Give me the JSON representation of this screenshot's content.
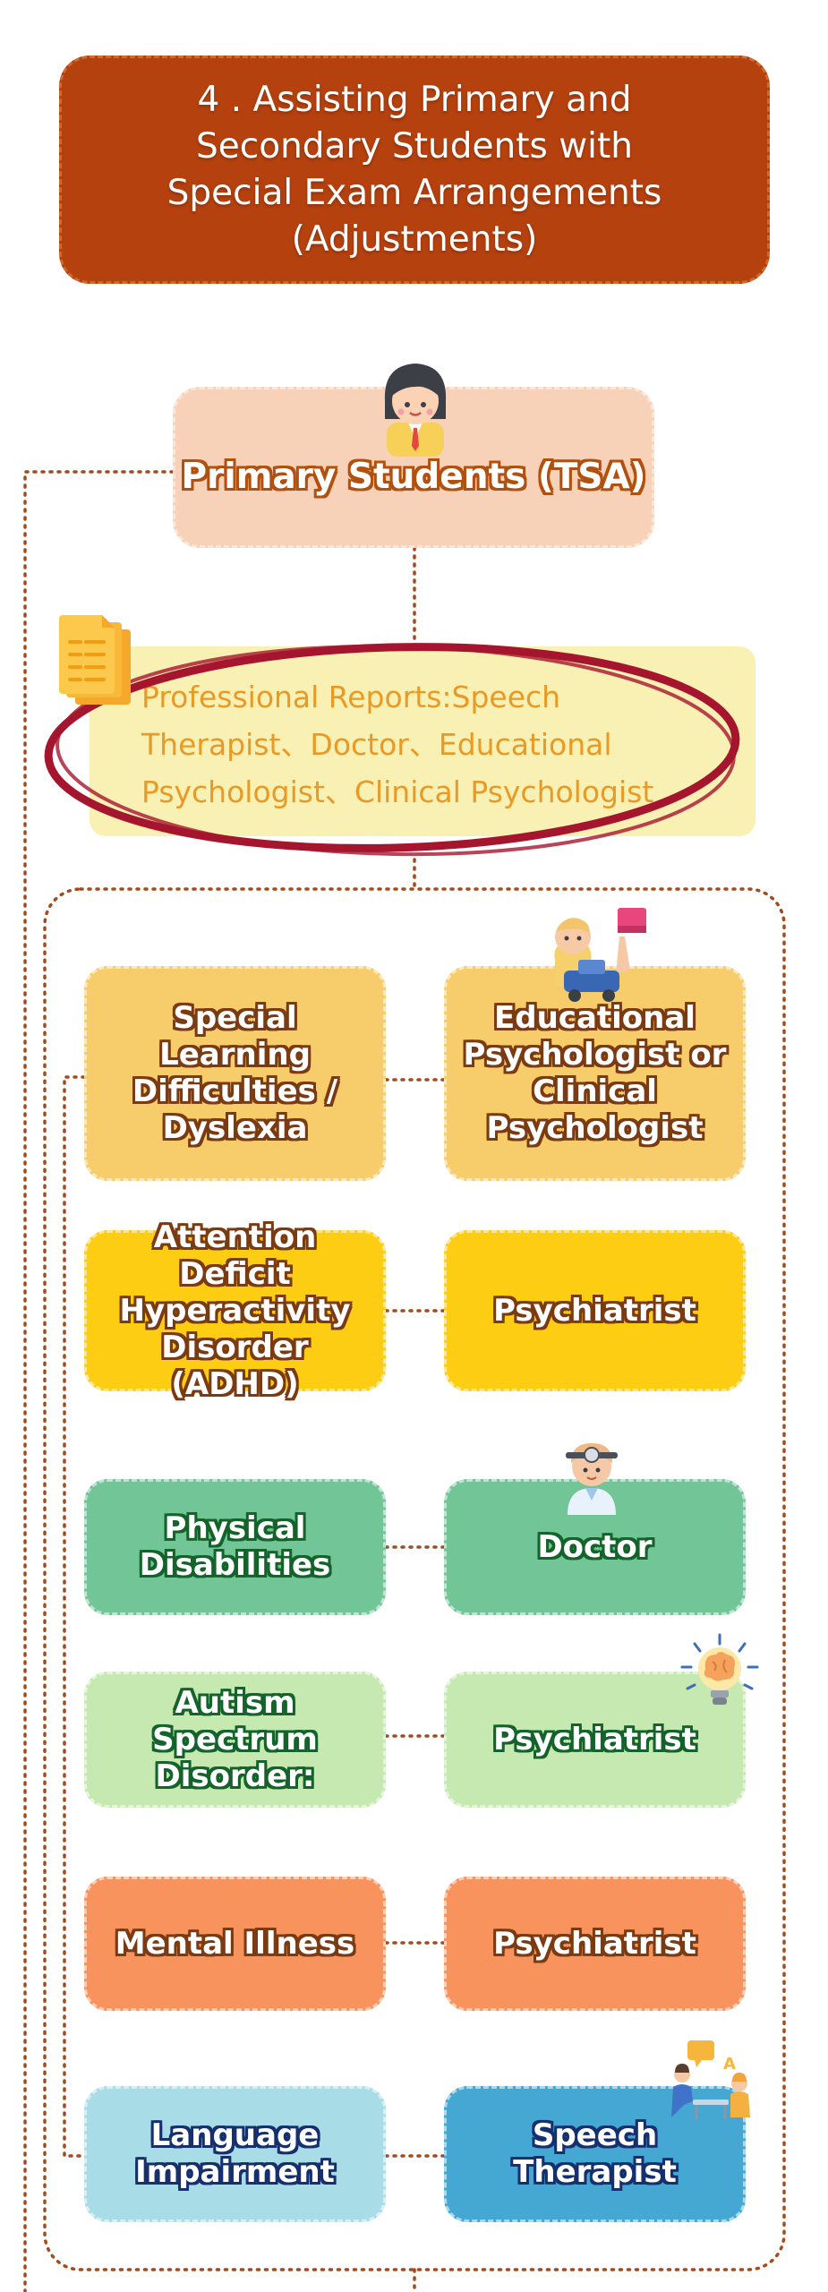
{
  "title": "4 . Assisting Primary and\nSecondary Students with\nSpecial Exam Arrangements\n(Adjustments)",
  "primary": {
    "label": "Primary Students (TSA)"
  },
  "reports": {
    "text": "Professional Reports:Speech Therapist、Doctor、Educational Psychologist、Clinical Psychologist"
  },
  "rows": [
    {
      "condition": "Special Learning\nDifficulties /\nDyslexia",
      "specialist": "Educational\nPsychologist or\nClinical\nPsychologist"
    },
    {
      "condition": "Attention Deficit\nHyperactivity\nDisorder (ADHD)",
      "specialist": "Psychiatrist"
    },
    {
      "condition": "Physical\nDisabilities",
      "specialist": "Doctor"
    },
    {
      "condition": "Autism Spectrum\nDisorder:",
      "specialist": "Psychiatrist"
    },
    {
      "condition": "Mental Illness",
      "specialist": "Psychiatrist"
    },
    {
      "condition": "Language\nImpairment",
      "specialist": "Speech\nTherapist"
    }
  ],
  "colors": {
    "title_bg": "#b5410f",
    "primary_bg": "#f7d2b8",
    "reports_bg": "#f9f0b3",
    "reports_text": "#e99a26",
    "oval_stroke": "#a5152e",
    "connector": "#a34a1e",
    "row1": "#f7cc6a",
    "row2": "#fdcd14",
    "row3": "#72c597",
    "row4_left": "#c5e9b1",
    "row4_right": "#c5e9b1",
    "row5": "#f8935d",
    "row6_left": "#a8dde8",
    "row6_right": "#45a8d3"
  },
  "icons": [
    "student-girl-icon",
    "documents-icon",
    "child-playing-icon",
    "doctor-icon",
    "lightbulb-brain-icon",
    "speech-therapy-icon"
  ]
}
